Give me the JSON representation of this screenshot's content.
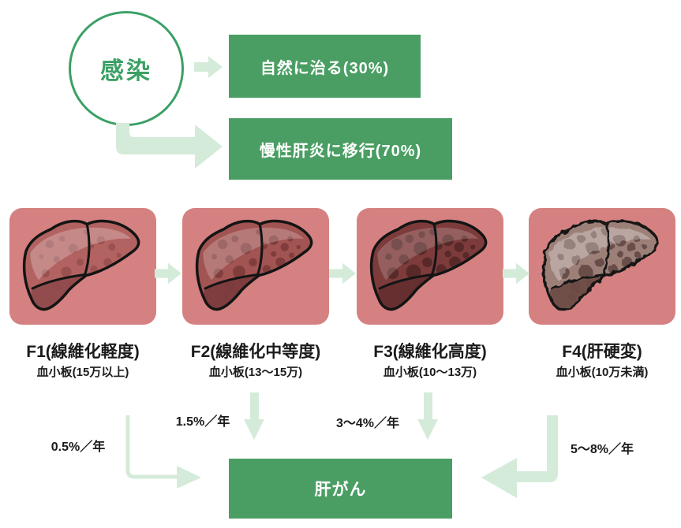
{
  "colors": {
    "green": "#4a9e63",
    "green_bright": "#3ca065",
    "light_green": "#d5ebda",
    "pink": "#d58181",
    "outline": "#141414",
    "label_text": "#1b1b1b",
    "box_text": "#ffffff"
  },
  "infection": {
    "label": "感染"
  },
  "outcomes": [
    {
      "label": "自然に治る(30%)"
    },
    {
      "label": "慢性肝炎に移行(70%)"
    }
  ],
  "stages": [
    {
      "label": "F1(線維化軽度)",
      "platelet": "血小板(15万以上)",
      "cancer_rate": "0.5%／年",
      "liver": {
        "body": "#b26260",
        "lower": "#8f4a4c",
        "spot": "#82403f",
        "spots": 18,
        "spotScale": 0.85,
        "spotOpacity": 0.5,
        "sheen": 0.25,
        "nodular": false
      }
    },
    {
      "label": "F2(線維化中等度)",
      "platelet": "血小板(13〜15万)",
      "cancer_rate": "1.5%／年",
      "liver": {
        "body": "#a15452",
        "lower": "#7c3c3e",
        "spot": "#6b2f2f",
        "spots": 23,
        "spotScale": 1.0,
        "spotOpacity": 0.6,
        "sheen": 0.22,
        "nodular": false
      }
    },
    {
      "label": "F3(線維化高度)",
      "platelet": "血小板(10〜13万)",
      "cancer_rate": "3〜4%／年",
      "liver": {
        "body": "#7d3c3b",
        "lower": "#662f30",
        "spot": "#471f20",
        "spots": 24,
        "spotScale": 1.2,
        "spotOpacity": 0.65,
        "sheen": 0.18,
        "nodular": false
      }
    },
    {
      "label": "F4(肝硬変)",
      "platelet": "血小板(10万未満)",
      "cancer_rate": "5〜8%／年",
      "liver": {
        "body": "#9c8078",
        "lower": "#6e4c44",
        "spot": "#523833",
        "spots": 24,
        "spotScale": 1.15,
        "spotOpacity": 0.7,
        "sheen": 0.3,
        "nodular": true
      }
    }
  ],
  "cancer": {
    "label": "肝がん"
  }
}
